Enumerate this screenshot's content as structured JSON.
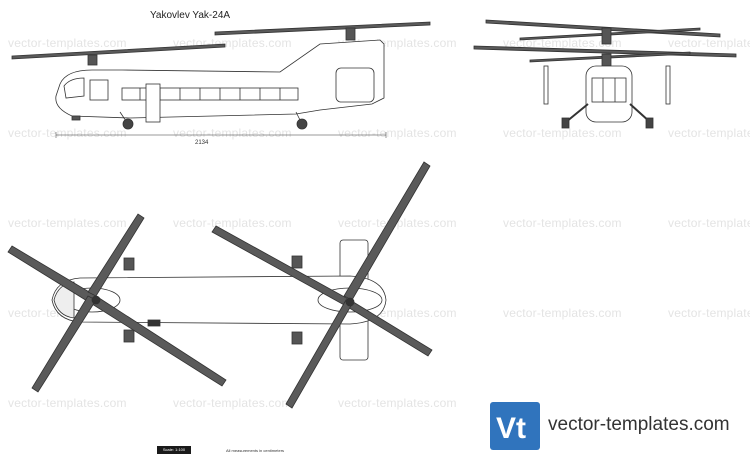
{
  "title": "Yakovlev Yak-24A",
  "dimension_label": "2134",
  "scale_label": "Scale: 1:100",
  "measurement_note": "All measurements in centimeters",
  "watermark_text": "vector-templates.com",
  "brand": {
    "text": "vector-templates.com",
    "logo_letters": "Vt",
    "logo_color": "#3074bd"
  },
  "colors": {
    "rotor_blade": "#5a5a5a",
    "outline": "#333333",
    "watermark": "#e4e4e4"
  }
}
